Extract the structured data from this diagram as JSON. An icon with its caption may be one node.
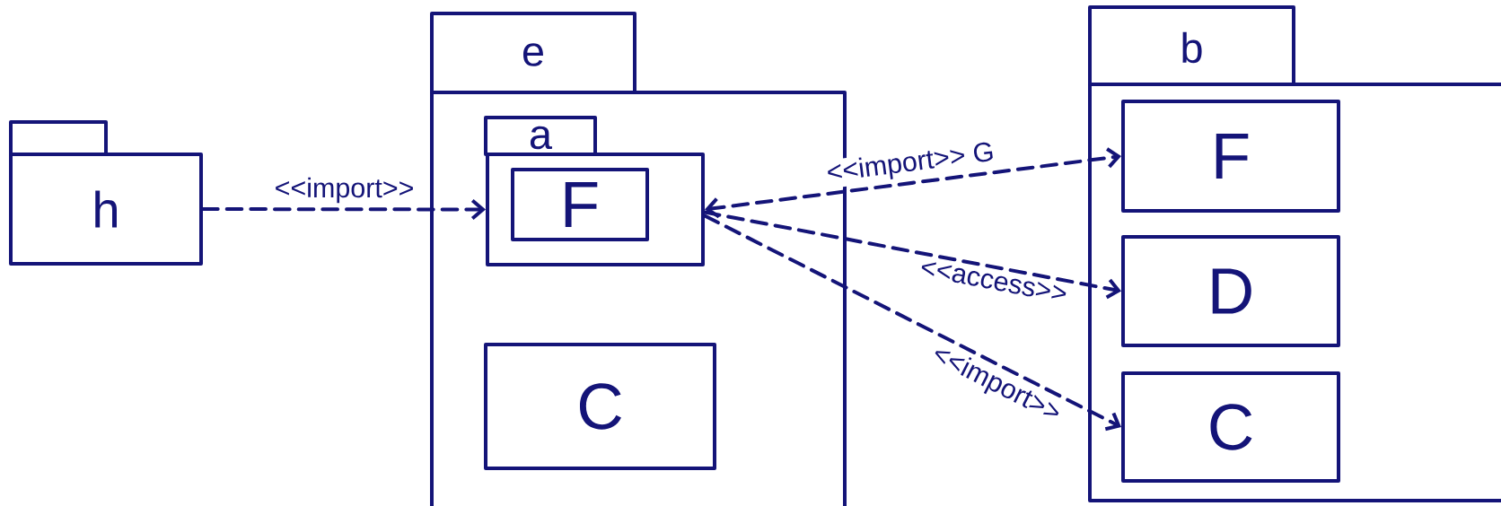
{
  "diagram": {
    "nodes": [
      {
        "text": [
          "h"
        ]
      },
      {
        "text": [
          "e"
        ]
      },
      {
        "text": [
          "a"
        ],
        "in": 1
      },
      {
        "text": [
          "F"
        ],
        "in": 2
      },
      {
        "text": [
          "C"
        ],
        "in": 1
      },
      {
        "text": [
          "b"
        ]
      },
      {
        "text": [
          "F"
        ],
        "in": 5
      },
      {
        "text": [
          "D"
        ],
        "in": 5
      },
      {
        "text": [
          "C"
        ],
        "in": 5
      }
    ],
    "edges": [
      {
        "from": 0,
        "to": 2,
        "arrow": "to",
        "style": "dashed",
        "label": "<<import>>"
      },
      {
        "from": 2,
        "to": 6,
        "arrow": "both",
        "style": "dashed",
        "label": "<<import>> G"
      },
      {
        "from": 2,
        "to": 7,
        "arrow": "to",
        "style": "dashed",
        "label": "<<access>>"
      },
      {
        "from": 2,
        "to": 8,
        "arrow": "to",
        "style": "dashed",
        "label": "<<import>>"
      }
    ]
  }
}
